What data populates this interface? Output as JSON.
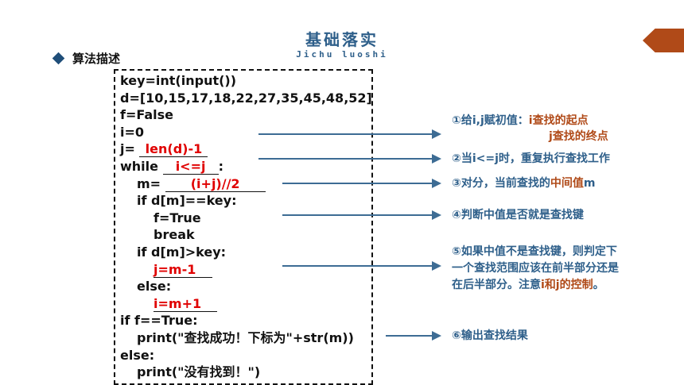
{
  "header": {
    "title": "基础落实",
    "subtitle": "Jichu luoshi"
  },
  "section": {
    "label": "算法描述"
  },
  "code": {
    "l1": "key=int(input())",
    "l2": "d=[10,15,17,18,22,27,35,45,48,52]",
    "l3": "f=False",
    "l4": "i=0",
    "l5_prefix": "j=",
    "l5_answer": "len(d)-1",
    "l6_prefix": "while",
    "l6_answer": "i<=j",
    "l6_suffix": ":",
    "l7_prefix": "m=",
    "l7_answer": "(i+j)//2",
    "l8": "if d[m]==key:",
    "l9": "f=True",
    "l10": "break",
    "l11": "if d[m]>key:",
    "l12_answer": "j=m-1",
    "l13": "else:",
    "l14_answer": "i=m+1",
    "l15": "if f==True:",
    "l16": "print(\"查找成功！下标为\"+str(m))",
    "l17": "else:",
    "l18": "print(\"没有找到！\")"
  },
  "notes": {
    "n1_text": "①给i,j赋初值：",
    "n1_hl1": "i查找的起点",
    "n1_hl2": "j查找的终点",
    "n2": "②当i<=j时，重复执行查找工作",
    "n3_text": "③对分，当前查找的",
    "n3_hl": "中间值",
    "n3_tail": "m",
    "n4": "④判断中值是否就是查找键",
    "n5_l1": "⑤如果中值不是查找键，则判定下",
    "n5_l2": "一个查找范围应该在前半部分还是",
    "n5_l3_a": "在后半部分。注意",
    "n5_l3_hl": "i和j的控制",
    "n5_l3_b": "。",
    "n6": "⑥输出查找结果"
  },
  "colors": {
    "title": "#2e5f8a",
    "answer": "#e00000",
    "highlight": "#b04a18",
    "arrow": "#3d6c94"
  }
}
